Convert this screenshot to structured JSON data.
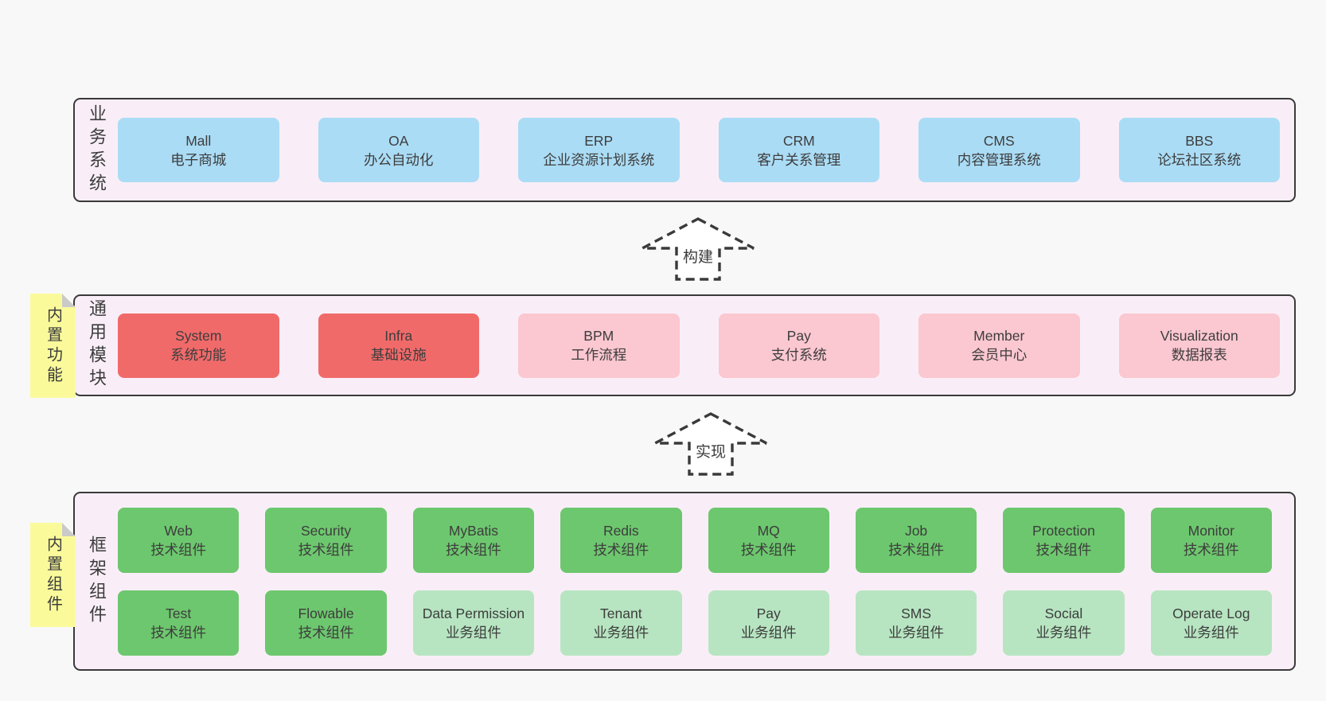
{
  "palette": {
    "page_bg": "#f8f8f8",
    "band_bg": "#f9eef7",
    "border": "#3a3a3a",
    "text": "#3d3d3d",
    "box_blue": "#abdcf5",
    "box_red": "#f16a6a",
    "box_pink": "#fbc7d0",
    "box_green": "#6dc76e",
    "box_green_light": "#b7e5c1",
    "sticky_yellow": "#fafa9b",
    "fold_gray": "#cacaca",
    "arrow_fill": "#ffffff"
  },
  "bands": [
    {
      "label": "业务系统",
      "boxes": [
        {
          "en": "Mall",
          "zh": "电子商城"
        },
        {
          "en": "OA",
          "zh": "办公自动化"
        },
        {
          "en": "ERP",
          "zh": "企业资源计划系统"
        },
        {
          "en": "CRM",
          "zh": "客户关系管理"
        },
        {
          "en": "CMS",
          "zh": "内容管理系统"
        },
        {
          "en": "BBS",
          "zh": "论坛社区系统"
        }
      ]
    },
    {
      "label": "通用模块",
      "sticky": "内置功能",
      "boxes": [
        {
          "en": "System",
          "zh": "系统功能"
        },
        {
          "en": "Infra",
          "zh": "基础设施"
        },
        {
          "en": "BPM",
          "zh": "工作流程"
        },
        {
          "en": "Pay",
          "zh": "支付系统"
        },
        {
          "en": "Member",
          "zh": "会员中心"
        },
        {
          "en": "Visualization",
          "zh": "数据报表"
        }
      ]
    },
    {
      "label": "框架组件",
      "sticky": "内置组件",
      "rows": [
        [
          {
            "en": "Web",
            "zh": "技术组件"
          },
          {
            "en": "Security",
            "zh": "技术组件"
          },
          {
            "en": "MyBatis",
            "zh": "技术组件"
          },
          {
            "en": "Redis",
            "zh": "技术组件"
          },
          {
            "en": "MQ",
            "zh": "技术组件"
          },
          {
            "en": "Job",
            "zh": "技术组件"
          },
          {
            "en": "Protection",
            "zh": "技术组件"
          },
          {
            "en": "Monitor",
            "zh": "技术组件"
          }
        ],
        [
          {
            "en": "Test",
            "zh": "技术组件"
          },
          {
            "en": "Flowable",
            "zh": "技术组件"
          },
          {
            "en": "Data Permission",
            "zh": "业务组件"
          },
          {
            "en": "Tenant",
            "zh": "业务组件"
          },
          {
            "en": "Pay",
            "zh": "业务组件"
          },
          {
            "en": "SMS",
            "zh": "业务组件"
          },
          {
            "en": "Social",
            "zh": "业务组件"
          },
          {
            "en": "Operate Log",
            "zh": "业务组件"
          }
        ]
      ]
    }
  ],
  "arrows": [
    {
      "label": "构建"
    },
    {
      "label": "实现"
    }
  ]
}
